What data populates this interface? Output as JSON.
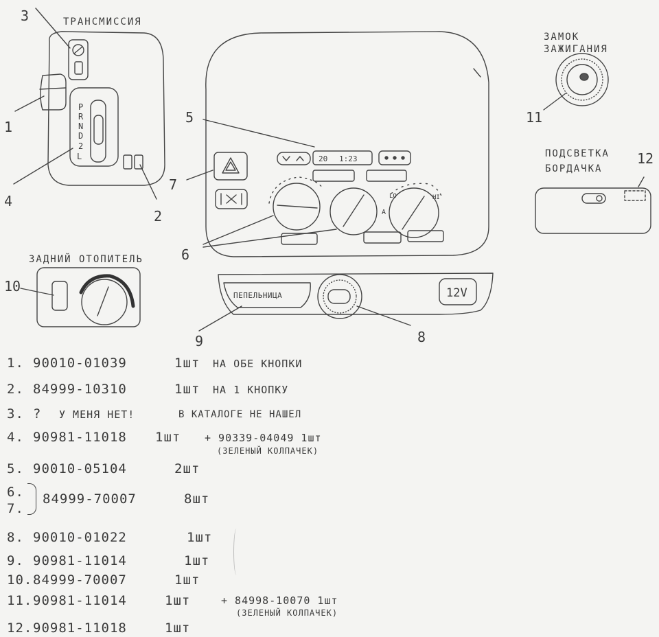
{
  "sketch": {
    "labels": {
      "transmission": "ТРАНСМИССИЯ",
      "ignition_1": "ЗАМОК",
      "ignition_2": "ЗАЖИГАНИЯ",
      "glovebox_1": "ПОДСВЕТКА",
      "glovebox_2": "БОРДАЧКА",
      "rear_heater": "ЗАДНИЙ ОТОПИТЕЛЬ",
      "ashtray": "ПЕПЕЛЬНИЦА",
      "socket": "12V",
      "clock_day": "20",
      "clock_time": "1:23",
      "gear_letters": [
        "P",
        "R",
        "N",
        "D",
        "2",
        "L"
      ],
      "knob_lo": "LO",
      "knob_hi": "HI",
      "knob_a": "A"
    },
    "callouts": [
      "1",
      "2",
      "3",
      "4",
      "5",
      "6",
      "7",
      "8",
      "9",
      "10",
      "11",
      "12"
    ]
  },
  "parts": [
    {
      "num": "1.",
      "code": "90010-01039",
      "qty": "1шт",
      "note": "НА ОБЕ КНОПКИ"
    },
    {
      "num": "2.",
      "code": "84999-10310",
      "qty": "1шт",
      "note": "НА 1 КНОПКУ"
    },
    {
      "num": "3.",
      "code": "?",
      "qty": "У МЕНЯ НЕТ!",
      "note": "В КАТАЛОГЕ НЕ НАШЕЛ"
    },
    {
      "num": "4.",
      "code": "90981-11018",
      "qty": "1шт",
      "extra": "+ 90339-04049 1шт",
      "extra_note": "(ЗЕЛЕНЫЙ КОЛПАЧЕК)"
    },
    {
      "num": "5.",
      "code": "90010-05104",
      "qty": "2шт"
    },
    {
      "num": "6.",
      "num2": "7.",
      "code": "84999-70007",
      "qty": "8шт"
    },
    {
      "num": "8.",
      "code": "90010-01022",
      "qty": "1шт"
    },
    {
      "num": "9.",
      "code": "90981-11014",
      "qty": "1шт"
    },
    {
      "num": "10.",
      "code": "84999-70007",
      "qty": "1шт"
    },
    {
      "num": "11.",
      "code": "90981-11014",
      "qty": "1шт",
      "extra": "+ 84998-10070 1шт",
      "extra_note": "(ЗЕЛЕНЫЙ КОЛПАЧЕК)"
    },
    {
      "num": "12.",
      "code": "90981-11018",
      "qty": "1шт"
    }
  ]
}
